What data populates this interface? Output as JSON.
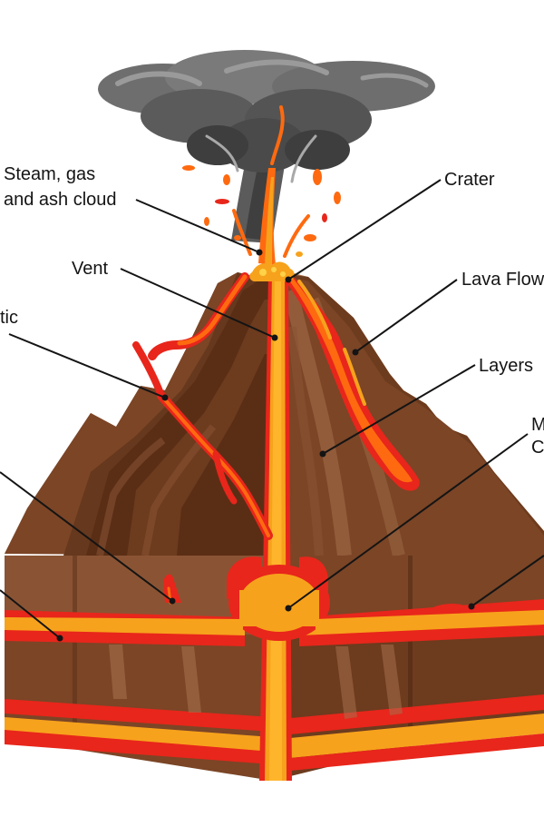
{
  "diagram": {
    "palette": {
      "lava_orange": "#ff6a10",
      "lava_red": "#e8261b",
      "magma_yellow": "#f7a21c",
      "rock_dark": "#5a2e15",
      "rock_mid": "#7b4526",
      "rock_light": "#a56f4c",
      "ash_dark": "#4c4c4c",
      "ash_light": "#7d7d7d"
    },
    "labels": {
      "steam_line1": "Steam, gas",
      "steam_line2": "and ash cloud",
      "crater": "Crater",
      "vent": "Vent",
      "lava_flow": "Lava Flow",
      "parasitic_fragment": "tic",
      "layers": "Layers",
      "magma_chamber_fragment_1": "M",
      "magma_chamber_fragment_2": "C"
    }
  }
}
